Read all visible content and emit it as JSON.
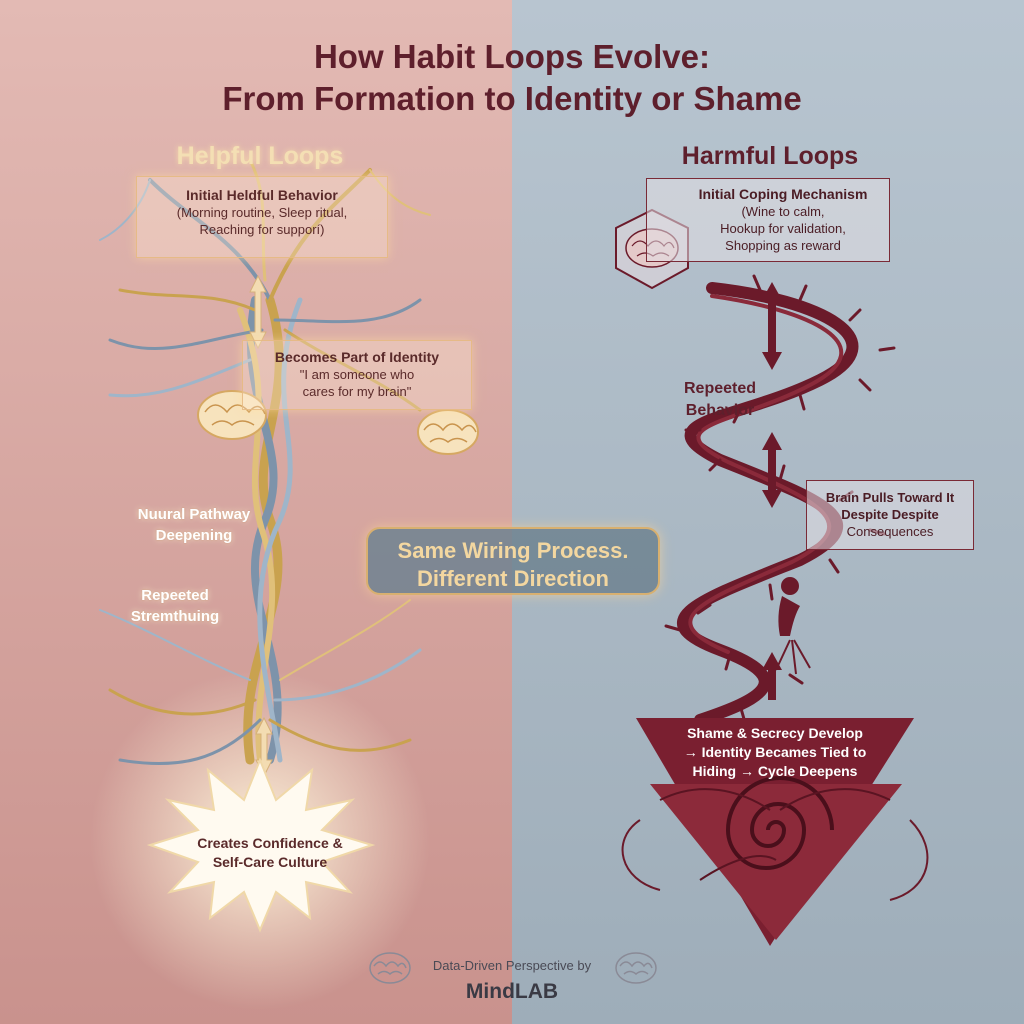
{
  "title_line1": "How Habit Loops Evolve:",
  "title_line2": "From Formation to Identity or Shame",
  "helpful": {
    "heading": "Helpful Loops",
    "initial": {
      "title": "Initial Heldful Behavior",
      "line1": "(Morning routine, Sleep ritual,",
      "line2": "Reaching for supporí)"
    },
    "identity": {
      "title": "Becomes Part of Identity",
      "line1": "\"I am someone who",
      "line2": "cares for my brain\""
    },
    "neural_line1": "Nuural Pathway",
    "neural_line2": "Deepening",
    "repeated_line1": "Repeeted",
    "repeated_line2": "Stremthuing",
    "outcome_line1": "Creates Confidence &",
    "outcome_line2": "Self-Care Culture"
  },
  "harmful": {
    "heading": "Harmful Loops",
    "initial": {
      "title": "Initial Coping Mechanism",
      "line1": "(Wine to calm,",
      "line2": "Hookup for validation,",
      "line3": "Shopping as reward"
    },
    "repeated_line1": "Repeeted",
    "repeated_line2": "Behavior",
    "pull": {
      "line1": "Brain Pulls Toward It",
      "line2": "Despite Despite",
      "line3": "Consequences"
    },
    "shame_line1": "Shame & Secrecy Develop",
    "shame_line2": "→ Identity Becames Tied to",
    "shame_line3": "Hiding → Cycle Deepens"
  },
  "center_line1": "Same Wiring Process.",
  "center_line2": "Different Direction",
  "footer_line1": "Data-Driven Perspective by",
  "footer_line2": "MindLAB",
  "colors": {
    "left_bg": "#d6a5a0",
    "right_bg": "#a7b6c2",
    "maroon": "#6b1a2a",
    "gold": "#d9b06c",
    "steel_blue": "#7d93aa"
  },
  "icons": [
    "brain-icon",
    "thorny-vine",
    "spiral-vortex",
    "double-arrow"
  ]
}
